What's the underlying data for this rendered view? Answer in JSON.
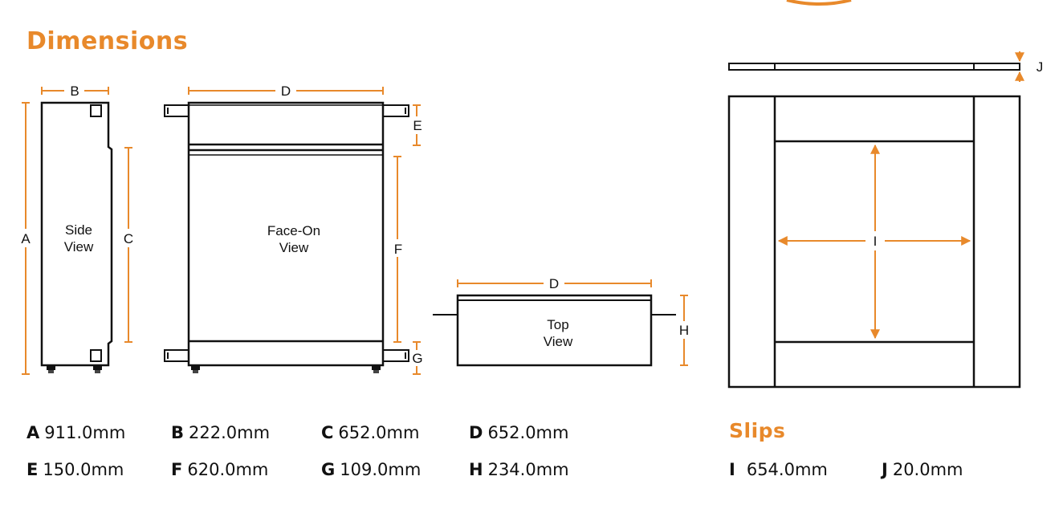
{
  "colors": {
    "accent": "#e8892b",
    "line": "#111111"
  },
  "heading": "Dimensions",
  "slips_heading": "Slips",
  "views": {
    "side": "Side\nView",
    "face": "Face-On\nView",
    "top": "Top\nView"
  },
  "dimension_letters": {
    "a": "A",
    "b": "B",
    "c": "C",
    "d": "D",
    "e": "E",
    "f": "F",
    "g": "G",
    "h": "H",
    "i": "I",
    "j": "J"
  },
  "specs": [
    {
      "letter": "A",
      "value": "911.0mm"
    },
    {
      "letter": "B",
      "value": "222.0mm"
    },
    {
      "letter": "C",
      "value": "652.0mm"
    },
    {
      "letter": "D",
      "value": "652.0mm"
    },
    {
      "letter": "E",
      "value": "150.0mm"
    },
    {
      "letter": "F",
      "value": "620.0mm"
    },
    {
      "letter": "G",
      "value": "109.0mm"
    },
    {
      "letter": "H",
      "value": "234.0mm"
    }
  ],
  "slip_specs": [
    {
      "letter": "I",
      "value": "654.0mm"
    },
    {
      "letter": "J",
      "value": "20.0mm"
    }
  ]
}
